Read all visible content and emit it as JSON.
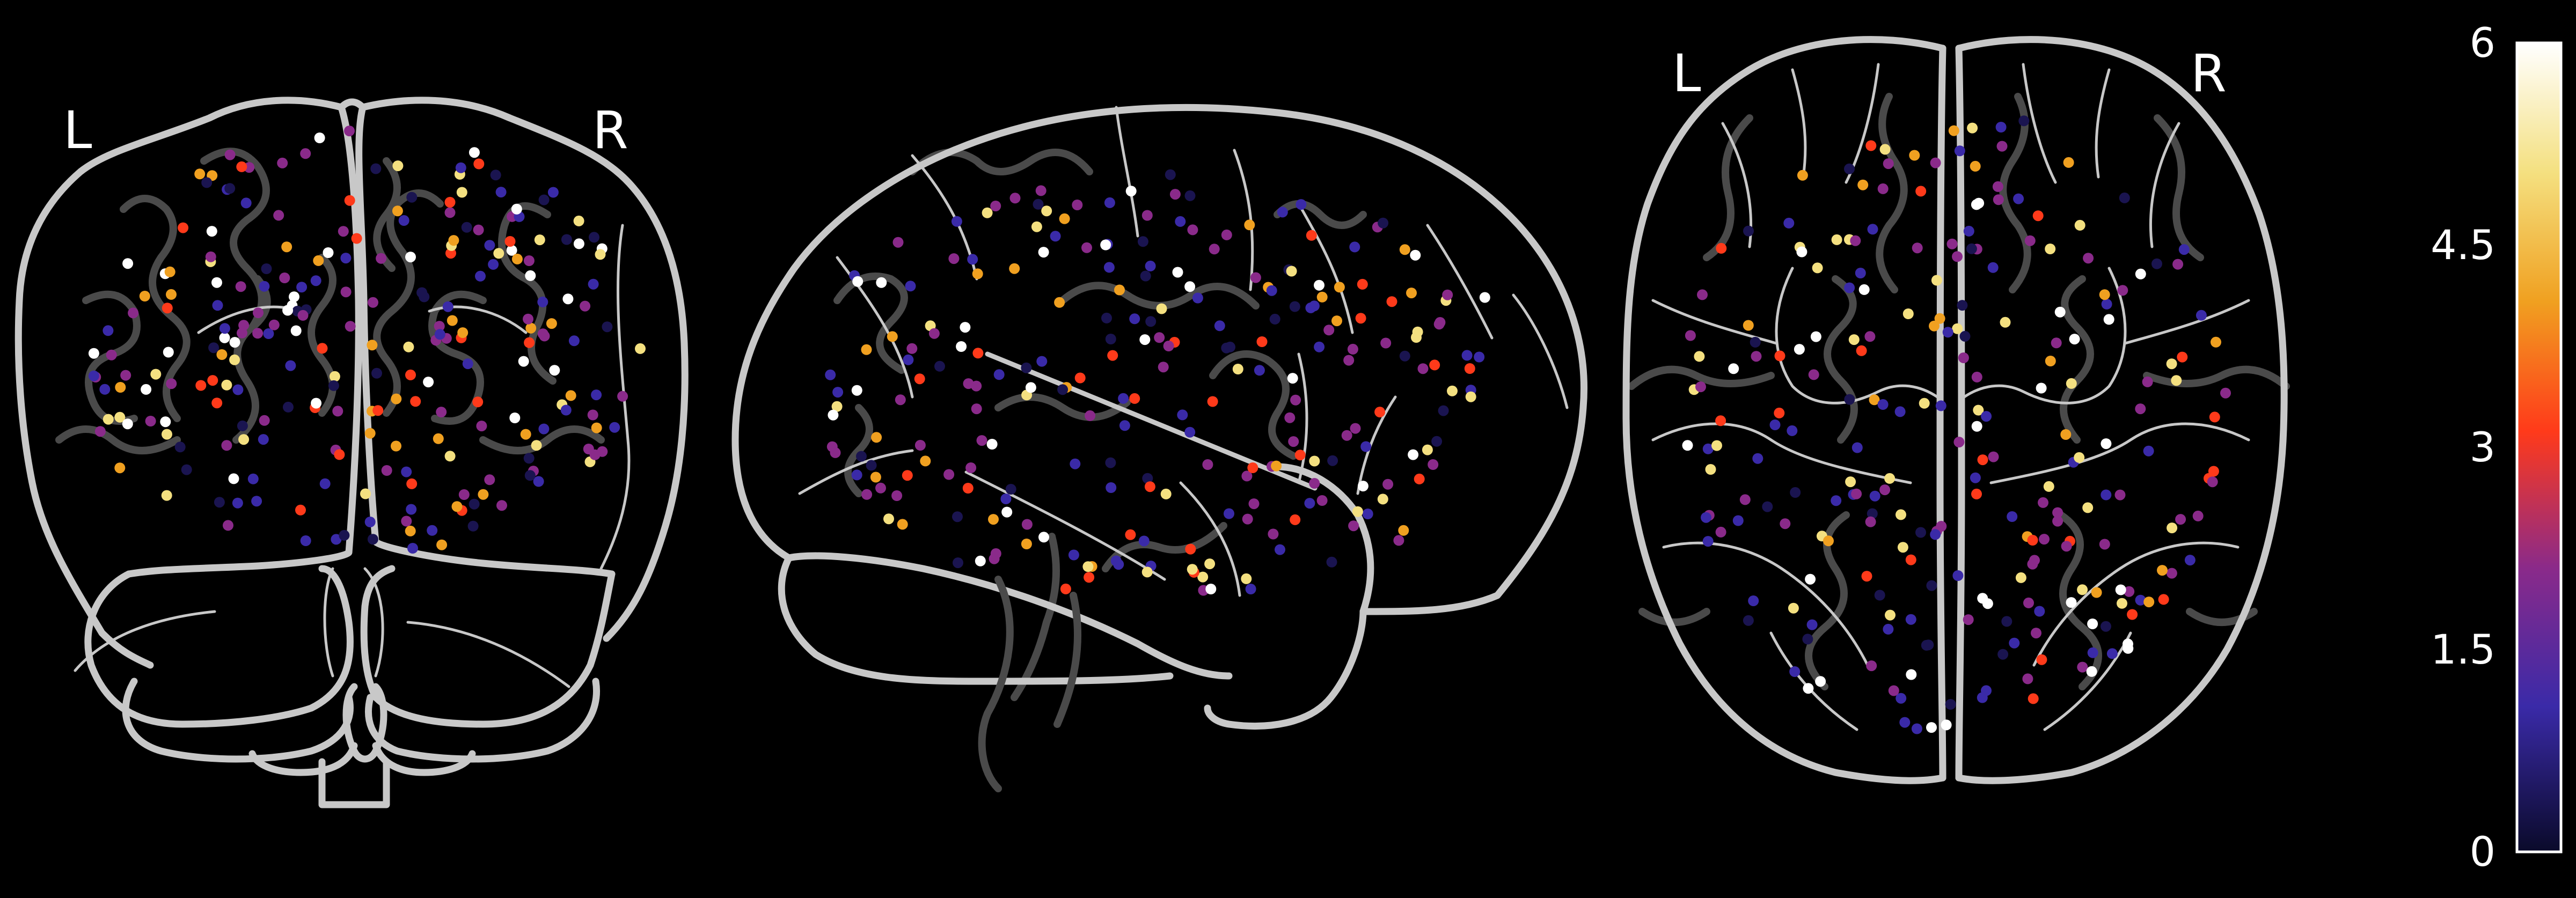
{
  "figure": {
    "type": "glass-brain connectome markers",
    "views": [
      {
        "name": "coronal",
        "left_label": "L",
        "right_label": "R"
      },
      {
        "name": "sagittal"
      },
      {
        "name": "axial",
        "left_label": "L",
        "right_label": "R"
      }
    ],
    "marker_count_per_view": 240,
    "colormap": "cold_hot (black–purple–red–yellow–white)",
    "colors": {
      "background": "#000000",
      "outline": "#c8c8c8",
      "gyrus": "#4a4a4a",
      "cmap_stops": [
        "#0a0a2a",
        "#3a2aa8",
        "#8a2a8a",
        "#ff3a1a",
        "#f0a020",
        "#f4e080",
        "#ffffff"
      ]
    }
  },
  "colorbar": {
    "min": 0,
    "max": 6,
    "ticks": [
      {
        "label": "6",
        "value": 6
      },
      {
        "label": "4.5",
        "value": 4.5
      },
      {
        "label": "3",
        "value": 3
      },
      {
        "label": "1.5",
        "value": 1.5
      },
      {
        "label": "0",
        "value": 0
      }
    ]
  }
}
